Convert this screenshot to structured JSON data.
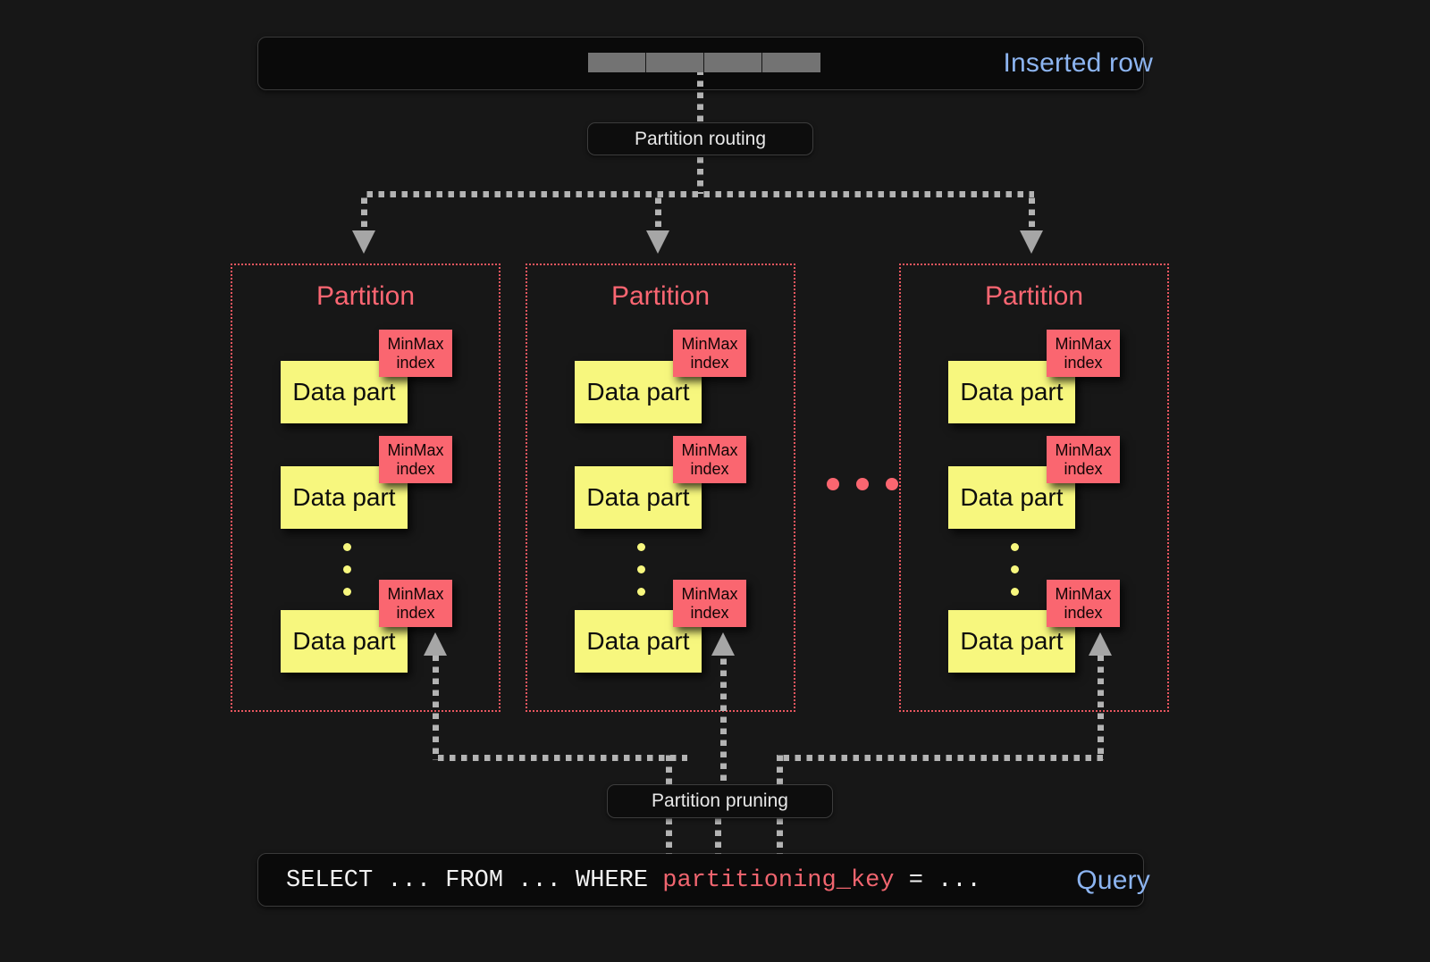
{
  "diagram": {
    "title": "ClickHouse partitioning: insert routing and partition pruning",
    "background_color": "#171717",
    "accent_blue": "#8cb4f0",
    "accent_red": "#fa6670",
    "accent_yellow": "#f7f77e",
    "connector_gray": "#b3b3b3"
  },
  "inserted_row": {
    "label": "Inserted row",
    "cell_count": 4,
    "cell_color": "#737373"
  },
  "partition_routing": {
    "label": "Partition routing"
  },
  "partitions": [
    {
      "title": "Partition",
      "data_parts": [
        {
          "label": "Data part",
          "index_label_line1": "MinMax",
          "index_label_line2": "index"
        },
        {
          "label": "Data part",
          "index_label_line1": "MinMax",
          "index_label_line2": "index"
        },
        {
          "label": "Data part",
          "index_label_line1": "MinMax",
          "index_label_line2": "index"
        }
      ],
      "ellipsis_dots": 3
    },
    {
      "title": "Partition",
      "data_parts": [
        {
          "label": "Data part",
          "index_label_line1": "MinMax",
          "index_label_line2": "index"
        },
        {
          "label": "Data part",
          "index_label_line1": "MinMax",
          "index_label_line2": "index"
        },
        {
          "label": "Data part",
          "index_label_line1": "MinMax",
          "index_label_line2": "index"
        }
      ],
      "ellipsis_dots": 3
    },
    {
      "title": "Partition",
      "data_parts": [
        {
          "label": "Data part",
          "index_label_line1": "MinMax",
          "index_label_line2": "index"
        },
        {
          "label": "Data part",
          "index_label_line1": "MinMax",
          "index_label_line2": "index"
        },
        {
          "label": "Data part",
          "index_label_line1": "MinMax",
          "index_label_line2": "index"
        }
      ],
      "ellipsis_dots": 3
    }
  ],
  "between_partitions_ellipsis": {
    "dots": 3
  },
  "partition_pruning": {
    "label": "Partition pruning"
  },
  "query": {
    "label": "Query",
    "prefix": "SELECT ... FROM ... WHERE ",
    "key": "partitioning_key",
    "suffix": " = ..."
  }
}
